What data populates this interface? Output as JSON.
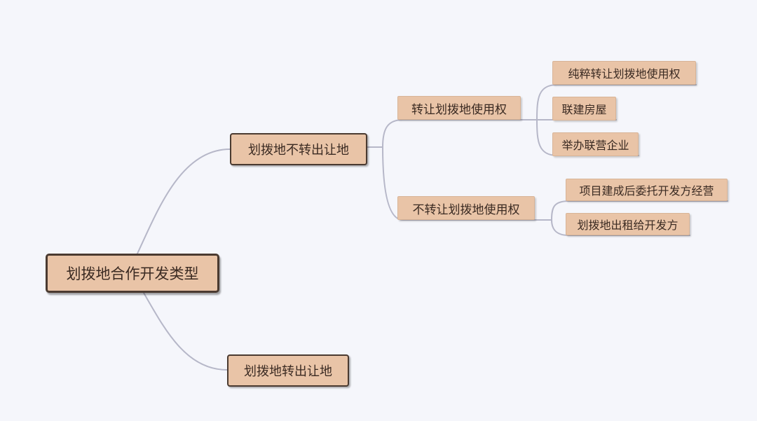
{
  "mindmap": {
    "root": {
      "label": "划拨地合作开发类型"
    },
    "branches": [
      {
        "label": "划拨地不转出让地",
        "children": [
          {
            "label": "转让划拨地使用权",
            "children": [
              {
                "label": "纯粹转让划拨地使用权"
              },
              {
                "label": "联建房屋"
              },
              {
                "label": "举办联营企业"
              }
            ]
          },
          {
            "label": "不转让划拨地使用权",
            "children": [
              {
                "label": "项目建成后委托开发方经营"
              },
              {
                "label": "划拨地出租给开发方"
              }
            ]
          }
        ]
      },
      {
        "label": "划拨地转出让地"
      }
    ]
  },
  "colors": {
    "background": "#f5f6fb",
    "node_fill": "#e9c4a7",
    "node_border": "#4a3a30",
    "connector": "#b6b7c8"
  }
}
